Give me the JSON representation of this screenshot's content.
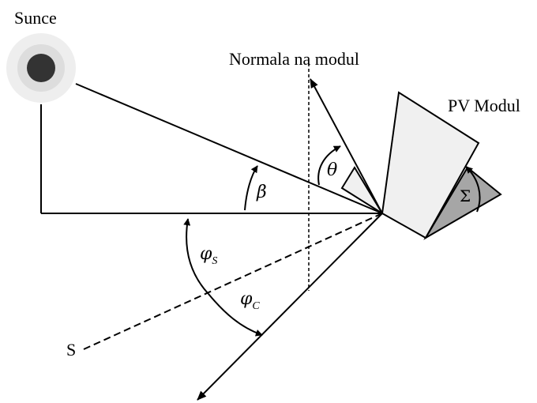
{
  "labels": {
    "sun": "Sunce",
    "normal": "Normala na modul",
    "module": "PV Modul",
    "south": "S"
  },
  "angles": {
    "beta": "β",
    "theta": "θ",
    "sigma": "Σ",
    "phi": "φ",
    "phi_s_sub": "S",
    "phi_c_sub": "C"
  },
  "colors": {
    "sun_core": "#333333",
    "sun_halo_outer": "#eeeeee",
    "sun_halo_inner": "#dddddd",
    "panel_fill": "#f0f0f0",
    "shadow_fill": "#a6a6a6"
  }
}
